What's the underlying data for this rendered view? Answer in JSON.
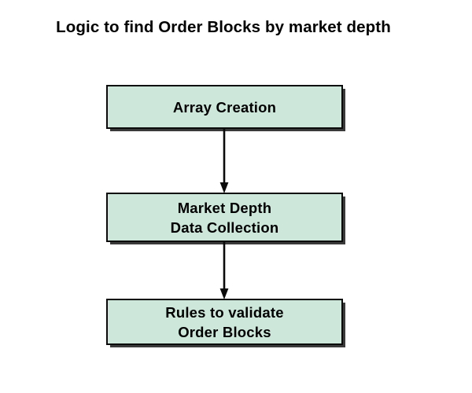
{
  "diagram": {
    "title": "Logic to find Order Blocks by market depth",
    "type": "flowchart",
    "orientation": "top-to-bottom",
    "background_color": "#ffffff",
    "node_fill_color": "#cde8db",
    "node_border_color": "#0b0b0b",
    "text_color": "#000000",
    "nodes": [
      {
        "id": "array-creation",
        "label": "Array Creation",
        "shape": "rectangle",
        "step": 1
      },
      {
        "id": "market-depth",
        "label": "Market Depth\nData Collection",
        "shape": "rectangle",
        "step": 2
      },
      {
        "id": "rules-validate",
        "label": "Rules to validate\nOrder Blocks",
        "shape": "rectangle",
        "step": 3
      }
    ],
    "connectors": [
      {
        "id": "connector-1",
        "from": "array-creation",
        "to": "market-depth",
        "style": "solid-arrow"
      },
      {
        "id": "connector-2",
        "from": "market-depth",
        "to": "rules-validate",
        "style": "solid-arrow"
      }
    ]
  }
}
